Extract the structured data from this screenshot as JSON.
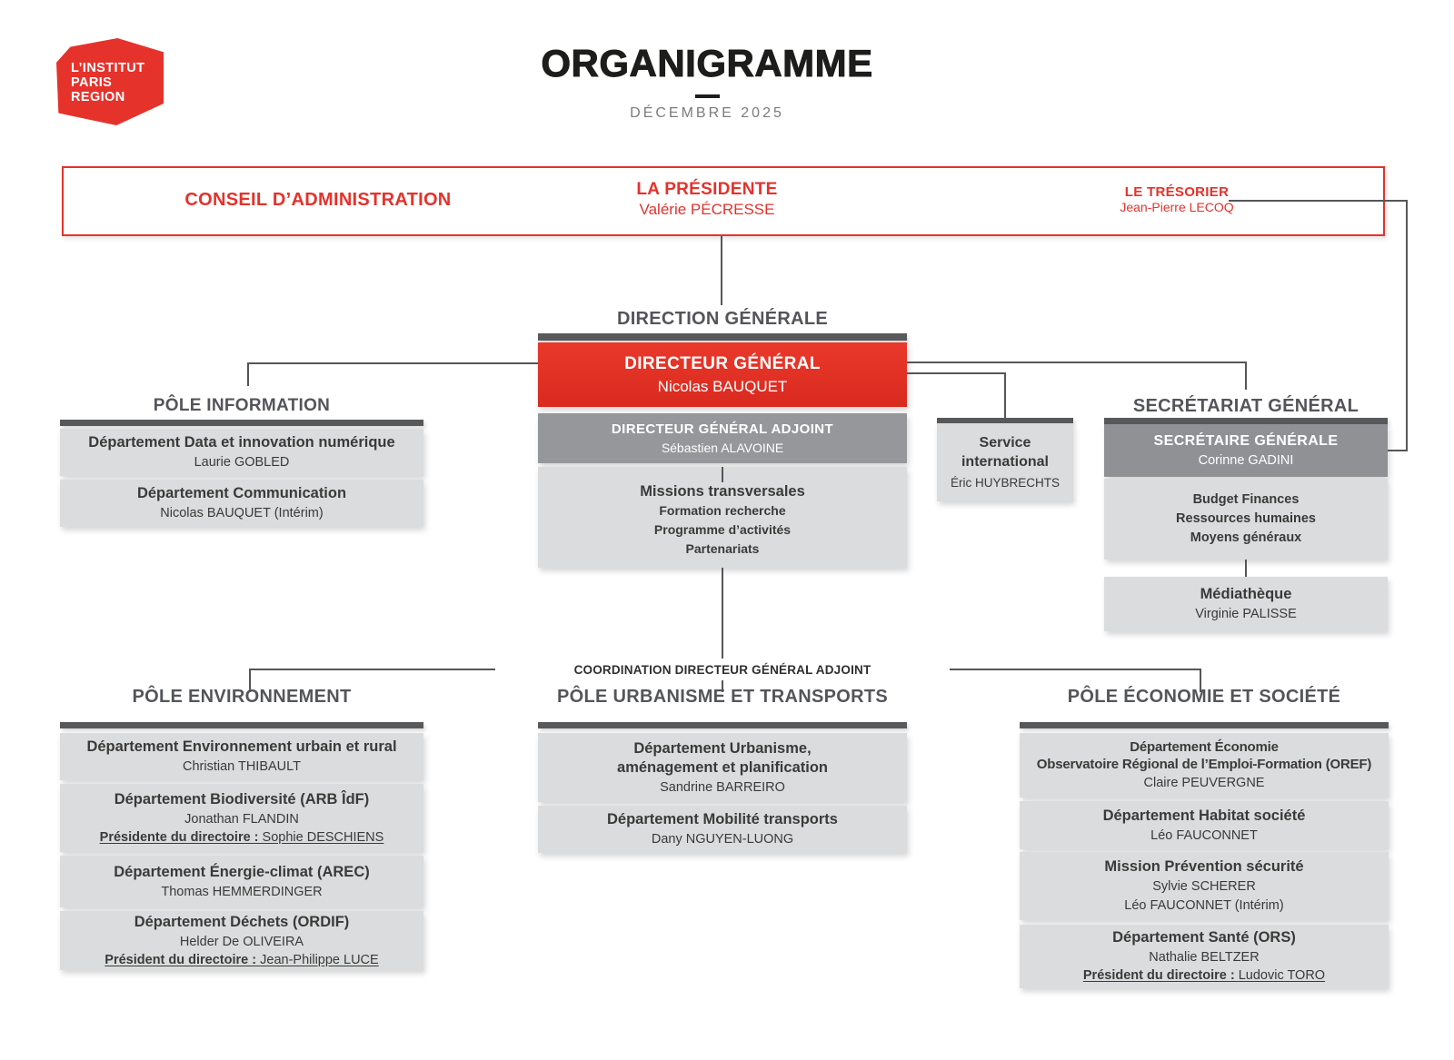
{
  "colors": {
    "red": "#e5322b",
    "dark_gray": "#58595b",
    "mid_gray": "#95979a",
    "light_gray": "#dbdcdd",
    "text": "#3a3a39"
  },
  "logo": {
    "line1": "L’INSTITUT",
    "line2": "PARIS",
    "line3": "REGION"
  },
  "header": {
    "title": "ORGANIGRAMME",
    "subtitle": "DÉCEMBRE 2025"
  },
  "board": {
    "council_label": "CONSEIL D’ADMINISTRATION",
    "president": {
      "title": "LA PRÉSIDENTE",
      "name": "Valérie PÉCRESSE"
    },
    "treasurer": {
      "title": "LE TRÉSORIER",
      "name": "Jean-Pierre LECOQ"
    }
  },
  "direction": {
    "section_title": "DIRECTION GÉNÉRALE",
    "dg_title": "DIRECTEUR GÉNÉRAL",
    "dg_name": "Nicolas BAUQUET",
    "dga_title": "DIRECTEUR GÉNÉRAL ADJOINT",
    "dga_name": "Sébastien ALAVOINE",
    "missions_title": "Missions transversales",
    "missions": [
      "Formation recherche",
      "Programme d’activités",
      "Partenariats"
    ]
  },
  "pole_information": {
    "title": "PÔLE INFORMATION",
    "dept1_title": "Département Data et innovation numérique",
    "dept1_name": "Laurie GOBLED",
    "dept2_title": "Département Communication",
    "dept2_name": "Nicolas BAUQUET (Intérim)"
  },
  "service_international": {
    "title": "Service\ninternational",
    "name": "Éric HUYBRECHTS"
  },
  "secretariat": {
    "title": "SECRÉTARIAT GÉNÉRAL",
    "sg_title": "SECRÉTAIRE GÉNÉRALE",
    "sg_name": "Corinne GADINI",
    "services": [
      "Budget Finances",
      "Ressources humaines",
      "Moyens généraux"
    ],
    "mediatheque_title": "Médiathèque",
    "mediatheque_name": "Virginie PALISSE"
  },
  "coordination_label": "COORDINATION DIRECTEUR GÉNÉRAL ADJOINT",
  "pole_environnement": {
    "title": "PÔLE ENVIRONNEMENT",
    "dept1_title": "Département Environnement urbain et rural",
    "dept1_name": "Christian THIBAULT",
    "dept2_title": "Département Biodiversité (ARB ÎdF)",
    "dept2_name": "Jonathan FLANDIN",
    "dept2_role_label": "Présidente du directoire : ",
    "dept2_role_name": "Sophie DESCHIENS",
    "dept3_title": "Département Énergie-climat (AREC)",
    "dept3_name": "Thomas HEMMERDINGER",
    "dept4_title": "Département Déchets (ORDIF)",
    "dept4_name": "Helder De OLIVEIRA",
    "dept4_role_label": "Président du directoire : ",
    "dept4_role_name": "Jean-Philippe LUCE"
  },
  "pole_urbanisme": {
    "title": "PÔLE URBANISME ET TRANSPORTS",
    "dept1_title": "Département Urbanisme,\naménagement et planification",
    "dept1_name": "Sandrine BARREIRO",
    "dept2_title": "Département Mobilité transports",
    "dept2_name": "Dany NGUYEN-LUONG"
  },
  "pole_economie": {
    "title": "PÔLE ÉCONOMIE ET SOCIÉTÉ",
    "dept1_title": "Département Économie\nObservatoire Régional de l’Emploi-Formation (OREF)",
    "dept1_name": "Claire PEUVERGNE",
    "dept2_title": "Département Habitat société",
    "dept2_name": "Léo FAUCONNET",
    "dept3_title": "Mission Prévention sécurité",
    "dept3_name": "Sylvie SCHERER",
    "dept3_name2": "Léo FAUCONNET (Intérim)",
    "dept4_title": "Département Santé (ORS)",
    "dept4_name": "Nathalie BELTZER",
    "dept4_role_label": "Président du directoire : ",
    "dept4_role_name": "Ludovic TORO"
  }
}
